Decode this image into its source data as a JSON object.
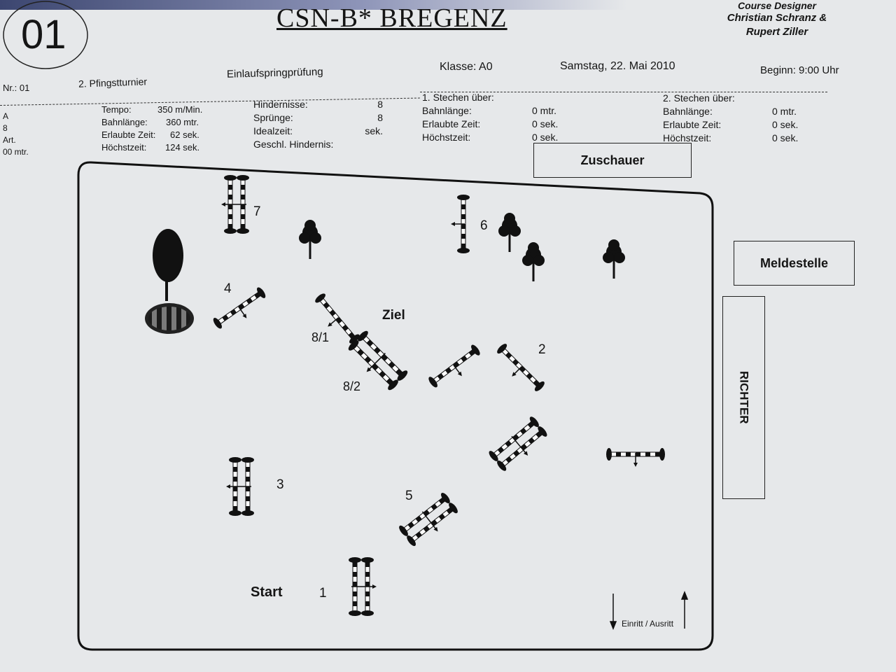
{
  "header": {
    "number_badge": "01",
    "title": "CSN-B*  BREGENZ",
    "designer_label": "Course Designer",
    "designers": [
      "Christian Schranz  &",
      "Rupert Ziller"
    ],
    "nr": "Nr.: 01",
    "event": "2. Pfingstturnier",
    "competition": "Einlaufspringprüfung",
    "klasse": "Klasse: A0",
    "date": "Samstag, 22. Mai 2010",
    "begin": "Beginn: 9:00 Uhr"
  },
  "left_cut": [
    "A",
    "8",
    "Art.",
    "00 mtr."
  ],
  "stats": {
    "main": [
      {
        "label": "Tempo:",
        "value": "350 m/Min."
      },
      {
        "label": "Bahnlänge:",
        "value": "360 mtr."
      },
      {
        "label": "Erlaubte Zeit:",
        "value": "62 sek."
      },
      {
        "label": "Höchstzeit:",
        "value": "124 sek."
      }
    ],
    "obstacles": [
      {
        "label": "Hindernisse:",
        "value": "8"
      },
      {
        "label": "Sprünge:",
        "value": "8"
      },
      {
        "label": "Idealzeit:",
        "value": "sek."
      },
      {
        "label": "Geschl. Hindernis:",
        "value": ""
      }
    ],
    "stechen1": {
      "title": "1. Stechen über:",
      "rows": [
        {
          "label": "Bahnlänge:",
          "value": "0 mtr."
        },
        {
          "label": "Erlaubte Zeit:",
          "value": "0 sek."
        },
        {
          "label": "Höchstzeit:",
          "value": "0 sek."
        }
      ]
    },
    "stechen2": {
      "title": "2. Stechen über:",
      "rows": [
        {
          "label": "Bahnlänge:",
          "value": "0 mtr."
        },
        {
          "label": "Erlaubte Zeit:",
          "value": "0 sek."
        },
        {
          "label": "Höchstzeit:",
          "value": "0 sek."
        }
      ]
    }
  },
  "course": {
    "zuschauer": "Zuschauer",
    "meldestelle": "Meldestelle",
    "richter": "RICHTER",
    "start": "Start",
    "ziel": "Ziel",
    "entry": "Einritt / Ausritt",
    "labels": {
      "n1": "1",
      "n2": "2",
      "n3": "3",
      "n4": "4",
      "n5": "5",
      "n6": "6",
      "n7": "7",
      "n81": "8/1",
      "n82": "8/2"
    }
  }
}
